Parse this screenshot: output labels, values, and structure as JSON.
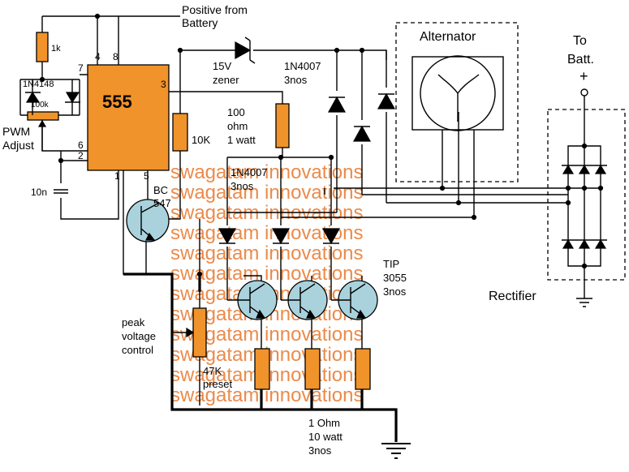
{
  "colors": {
    "component": "#f0932a",
    "transistor": "#a9d2dc",
    "watermark": "#e8762b",
    "wire": "#000000"
  },
  "labels": {
    "positive_line1": "Positive from",
    "positive_line2": "Battery",
    "r1k": "1k",
    "pin4": "4",
    "pin8": "8",
    "pin7": "7",
    "pin3": "3",
    "pin6": "6",
    "pin2": "2",
    "pin1": "1",
    "pin5": "5",
    "ic": "555",
    "diode_1n4148": "1N4148",
    "pot100k": "100k",
    "pwm_line1": "PWM",
    "pwm_line2": "Adjust",
    "cap10n": "10n",
    "r10k": "10K",
    "zener_line1": "15V",
    "zener_line2": "zener",
    "diodes_top_line1": "1N4007",
    "diodes_top_line2": "3nos",
    "r100_line1": "100",
    "r100_line2": "ohm",
    "r100_line3": "1 watt",
    "alternator": "Alternator",
    "to_batt_line1": "To",
    "to_batt_line2": "Batt.",
    "plus": "+",
    "bc_line1": "BC",
    "bc_line2": "547",
    "diodes_mid_line1": "1N4007",
    "diodes_mid_line2": "3nos",
    "tip_line1": "TIP",
    "tip_line2": "3055",
    "tip_line3": "3nos",
    "rectifier": "Rectifier",
    "peak_line1": "peak",
    "peak_line2": "voltage",
    "peak_line3": "control",
    "preset_line1": "47K",
    "preset_line2": "preset",
    "r1ohm_line1": "1 Ohm",
    "r1ohm_line2": "10 watt",
    "r1ohm_line3": "3nos"
  },
  "watermark": "swagatam innovations"
}
